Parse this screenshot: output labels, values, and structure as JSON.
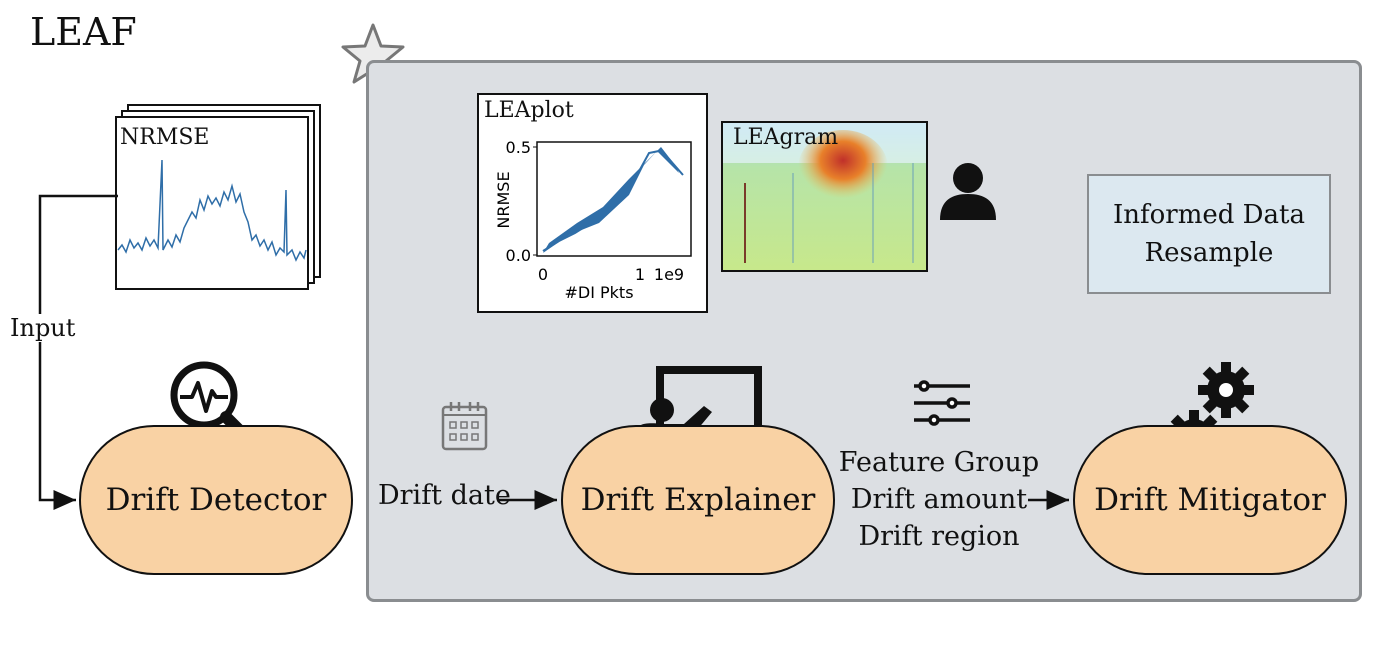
{
  "title": "LEAF",
  "input_label": "Input",
  "nrmse_card": {
    "title": "NRMSE"
  },
  "leaplot": {
    "title": "LEAplot",
    "ylabel": "NRMSE",
    "xlabel": "#DI Pkts",
    "yticks": [
      "0.5",
      "0.0"
    ],
    "xticks": [
      "0",
      "1"
    ],
    "x_offset": "1e9"
  },
  "leagram": {
    "title": "LEAgram"
  },
  "nodes": {
    "detector": "Drift Detector",
    "explainer": "Drift Explainer",
    "mitigator": "Drift Mitigator"
  },
  "edge_labels": {
    "drift_date": "Drift date",
    "explainer_out": [
      "Feature Group",
      "Drift amount",
      "Drift region"
    ]
  },
  "resample": {
    "line1": "Informed Data",
    "line2": "Resample"
  },
  "icons": [
    "star-icon",
    "calendar-icon",
    "magnifier-pulse-icon",
    "presenter-icon",
    "sliders-icon",
    "gears-icon",
    "person-icon"
  ],
  "colors": {
    "node_fill": "#f9d2a4",
    "panel_fill": "#dcdfe3",
    "line": "#2f6ea8",
    "resample_fill": "#dce8f0"
  }
}
